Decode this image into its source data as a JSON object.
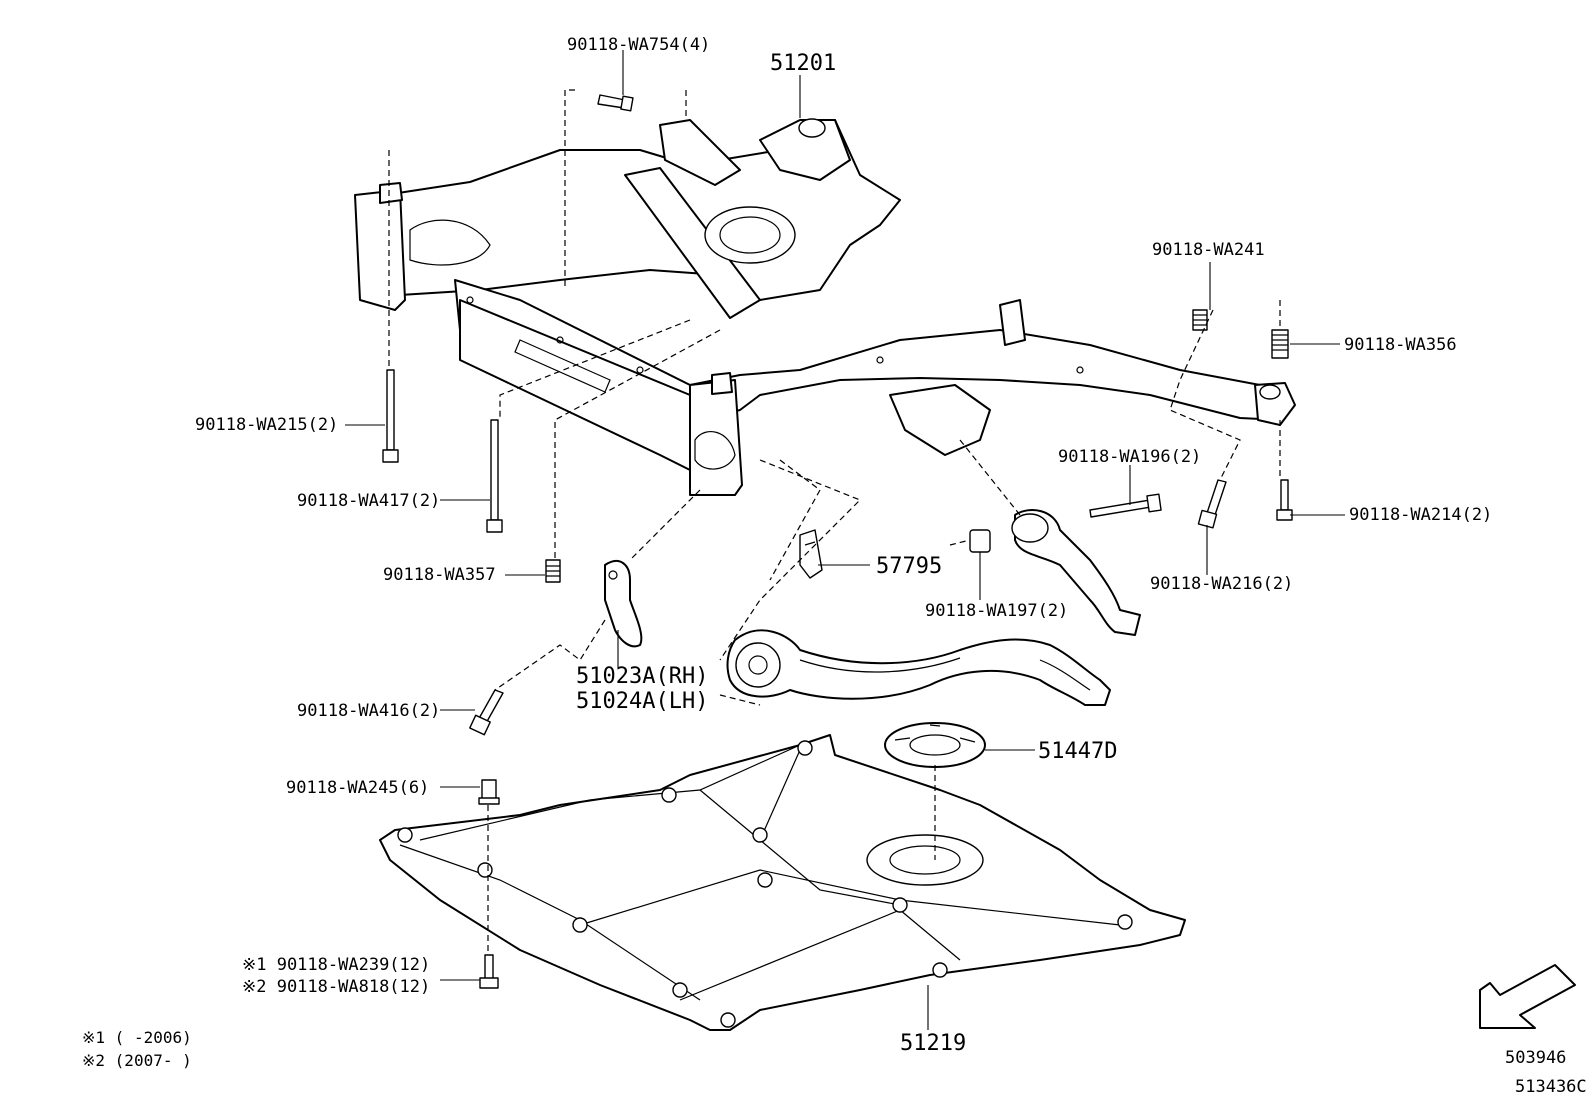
{
  "parts": {
    "wa754": "90118-WA754(4)",
    "p51201": "51201",
    "wa241": "90118-WA241",
    "wa356": "90118-WA356",
    "wa215": "90118-WA215(2)",
    "wa196": "90118-WA196(2)",
    "wa417": "90118-WA417(2)",
    "wa214": "90118-WA214(2)",
    "wa357": "90118-WA357",
    "p57795": "57795",
    "wa197": "90118-WA197(2)",
    "wa216": "90118-WA216(2)",
    "p51023": "51023A(RH)",
    "p51024": "51024A(LH)",
    "wa416": "90118-WA416(2)",
    "p51447": "51447D",
    "wa245": "90118-WA245(6)",
    "wa239": "※1 90118-WA239(12)",
    "wa818": "※2 90118-WA818(12)",
    "p51219": "51219"
  },
  "notes": {
    "n1": "※1 (    -2006)",
    "n2": "※2 (2007-    )"
  },
  "codes": {
    "ref1": "503946",
    "ref2": "513436C"
  }
}
